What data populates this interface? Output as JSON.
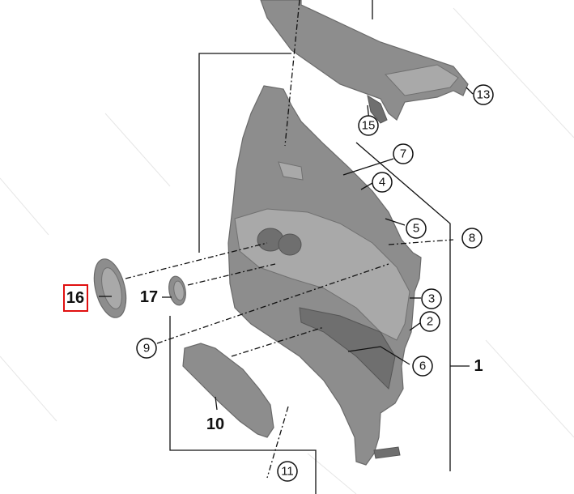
{
  "callouts": {
    "c13": "13",
    "c15": "15",
    "c7": "7",
    "c4": "4",
    "c5": "5",
    "c8": "8",
    "c3": "3",
    "c2": "2",
    "c6": "6",
    "c9": "9",
    "c11": "11"
  },
  "labels": {
    "l1": "1",
    "l16": "16",
    "l17": "17",
    "l10": "10"
  },
  "colors": {
    "part": "#8d8d8d",
    "highlight": "#e01010"
  }
}
